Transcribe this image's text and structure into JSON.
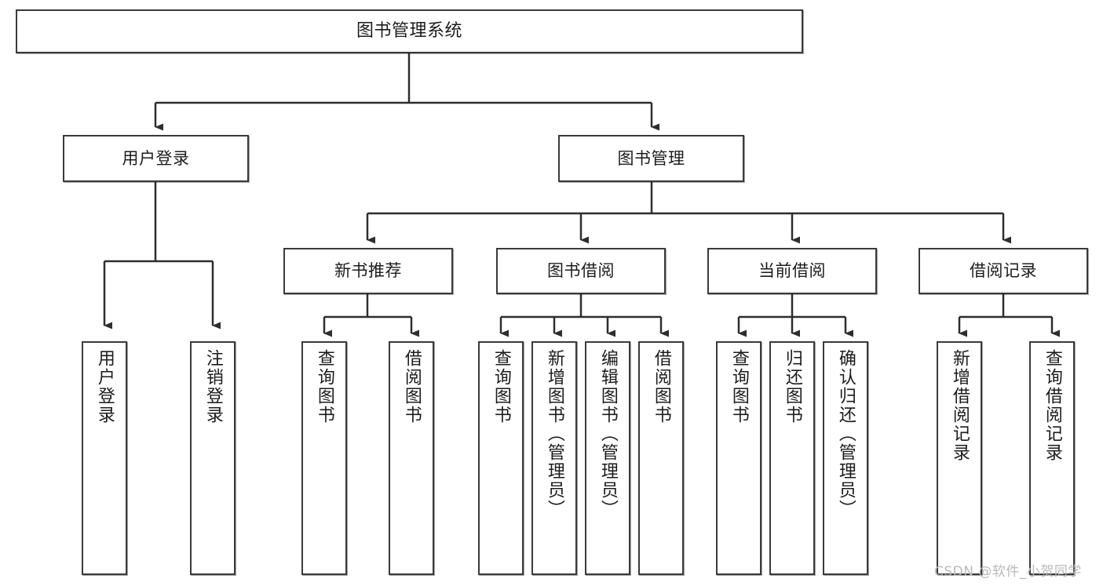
{
  "diagram": {
    "title": "图书管理系统",
    "type": "tree-hierarchy-chart",
    "watermark": "CSDN @软件_小贺同学",
    "colors": {
      "box_border": "#3a3a3a",
      "box_fill": "#ffffff",
      "connector": "#2e2e2e",
      "text": "#1c1c1c",
      "watermark": "#b9b9b9",
      "page_background": "#ffffff"
    },
    "nodes": {
      "root": {
        "label": "图书管理系统"
      },
      "level2": [
        {
          "id": "user-login",
          "label": "用户登录"
        },
        {
          "id": "book-management",
          "label": "图书管理"
        }
      ],
      "level3": [
        {
          "id": "new-book-recommend",
          "label": "新书推荐"
        },
        {
          "id": "book-borrow",
          "label": "图书借阅"
        },
        {
          "id": "current-borrow",
          "label": "当前借阅"
        },
        {
          "id": "borrow-record",
          "label": "借阅记录"
        }
      ],
      "leaves": {
        "user-login": [
          {
            "id": "leaf-user-login",
            "label": "用户登录"
          },
          {
            "id": "leaf-user-logout",
            "label": "注销登录"
          }
        ],
        "new-book-recommend": [
          {
            "id": "leaf-query-book-1",
            "label": "查询图书"
          },
          {
            "id": "leaf-borrow-book-1",
            "label": "借阅图书"
          }
        ],
        "book-borrow": [
          {
            "id": "leaf-query-book-2",
            "label": "查询图书"
          },
          {
            "id": "leaf-add-book",
            "label": "新增图书（管理员）"
          },
          {
            "id": "leaf-edit-book",
            "label": "编辑图书（管理员）"
          },
          {
            "id": "leaf-borrow-book-2",
            "label": "借阅图书"
          }
        ],
        "current-borrow": [
          {
            "id": "leaf-query-book-3",
            "label": "查询图书"
          },
          {
            "id": "leaf-return-book",
            "label": "归还图书"
          },
          {
            "id": "leaf-confirm-return",
            "label": "确认归还（管理员）"
          }
        ],
        "borrow-record": [
          {
            "id": "leaf-add-record",
            "label": "新增借阅记录"
          },
          {
            "id": "leaf-query-record",
            "label": "查询借阅记录"
          }
        ]
      }
    }
  }
}
